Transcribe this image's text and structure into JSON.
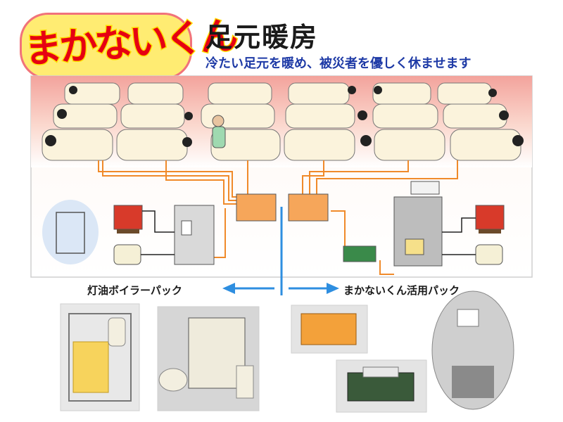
{
  "header": {
    "logo_text": "まかないくん",
    "title": "足元暖房",
    "subtitle": "冷たい足元を暖め、被災者を優しく休ませます"
  },
  "packs": {
    "left_label": "灯油ボイラーパック",
    "right_label": "まかないくん活用パック"
  },
  "colors": {
    "title_blue": "#1e3aa6",
    "logo_red": "#e60012",
    "logo_yellow": "#ffde00",
    "pipe_orange": "#f08a2a",
    "warm_pink": "#f4a7a0",
    "arrow_blue": "#2e8ee0"
  }
}
